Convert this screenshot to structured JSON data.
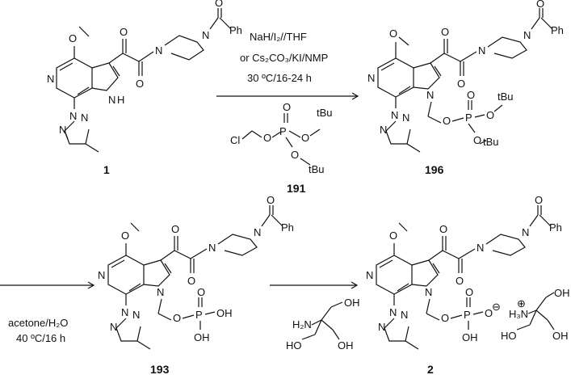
{
  "compounds": {
    "c1": {
      "label": "1"
    },
    "c191": {
      "label": "191"
    },
    "c196": {
      "label": "196"
    },
    "c193": {
      "label": "193"
    },
    "c2": {
      "label": "2"
    }
  },
  "atoms": {
    "O": "O",
    "N": "N",
    "NH": "H",
    "Ph": "Ph",
    "P": "P",
    "Cl": "Cl",
    "tBu": "tBu",
    "OH": "OH",
    "HO": "HO",
    "H2N": "H₂N",
    "H3N": "H₃N",
    "minus": "⊖",
    "plus": "⊕"
  },
  "conditions": {
    "step1_line1": "NaH/I₂//THF",
    "step1_line2": "or Cs₂CO₃/KI/NMP",
    "step1_line3": "30 ºC/16-24 h",
    "step2_line1": "acetone/H₂O",
    "step2_line2": "40 ºC/16 h"
  }
}
